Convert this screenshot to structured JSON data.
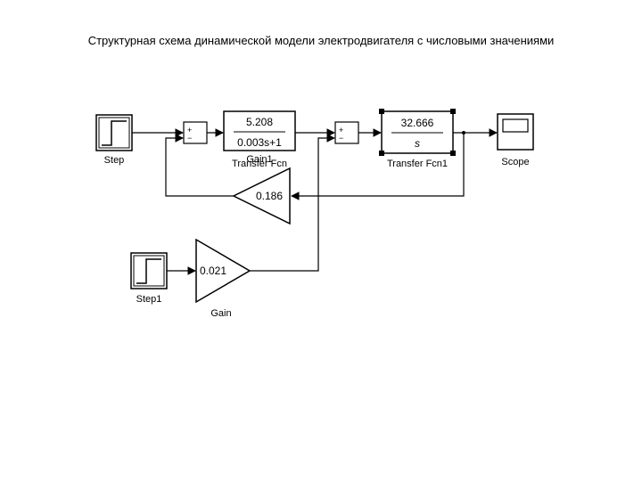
{
  "title": "Структурная  схема динамической модели электродвигателя с числовыми значениями",
  "blocks": {
    "step": {
      "label": "Step"
    },
    "step1": {
      "label": "Step1"
    },
    "gain": {
      "label": "Gain",
      "value": "0.021"
    },
    "gain_feedback": {
      "value": "0.186"
    },
    "tf1": {
      "label": "Transfer Fcn",
      "overlap_label": "Gain1",
      "numerator": "5.208",
      "denominator": "0.003s+1"
    },
    "tf2": {
      "label": "Transfer Fcn1",
      "numerator": "32.666",
      "denominator": "s"
    },
    "scope": {
      "label": "Scope"
    },
    "sum1": {
      "plus": "+",
      "minus": "−"
    },
    "sum2": {
      "plus": "+",
      "minus": "−"
    }
  }
}
